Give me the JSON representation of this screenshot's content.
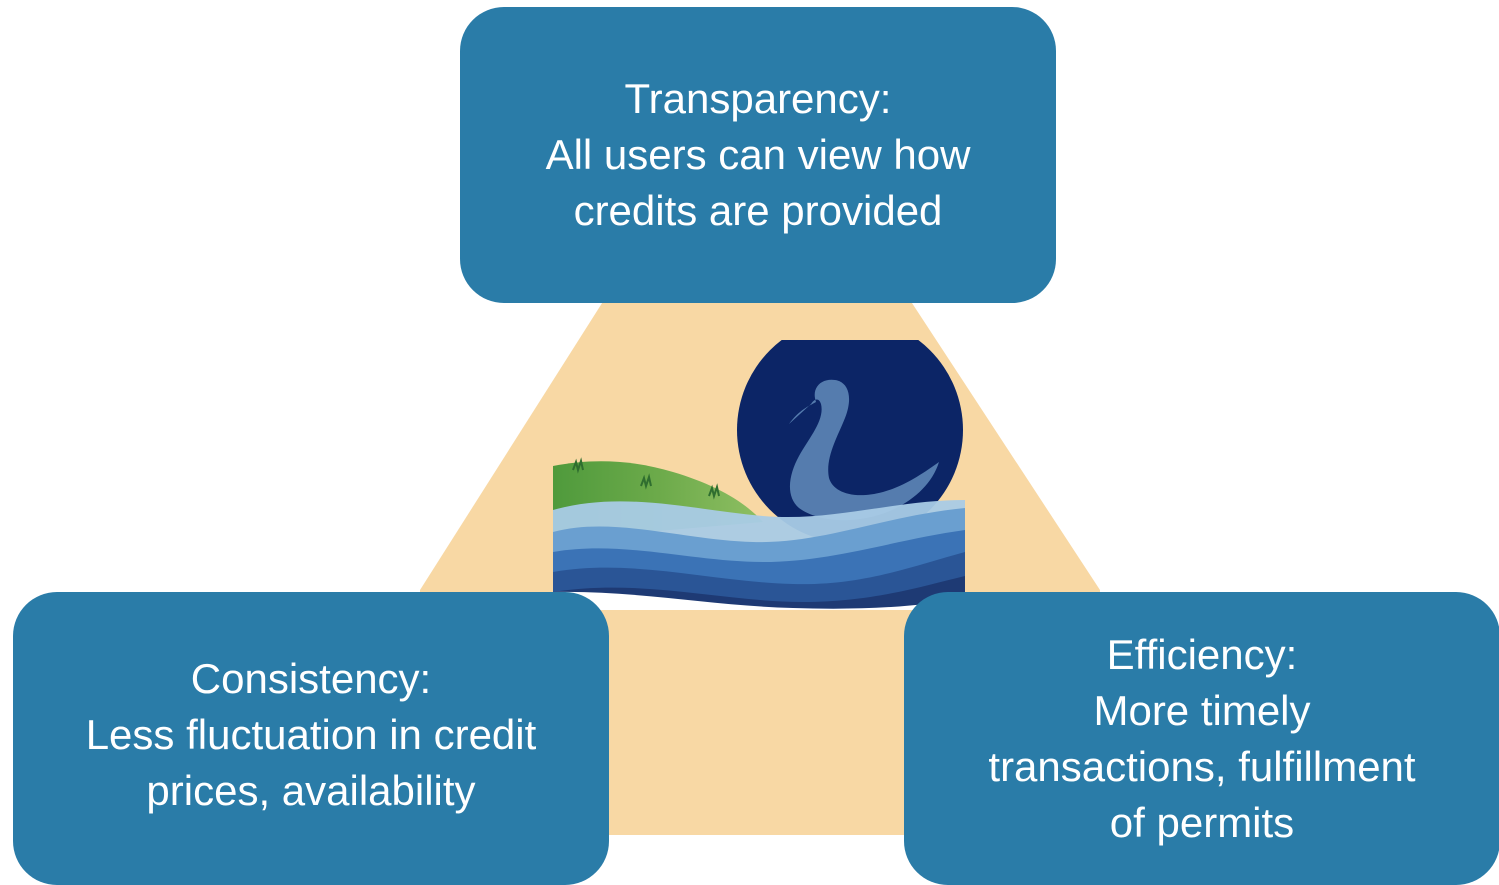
{
  "colors": {
    "box_fill": "#2a7ca8",
    "triangle_fill": "#f8d8a4",
    "text": "#ffffff",
    "logo_sun": "#0c2566"
  },
  "boxes": {
    "top": {
      "heading": "Transparency:",
      "lines": [
        "All users can view how",
        "credits are provided"
      ]
    },
    "left": {
      "heading": "Consistency:",
      "lines": [
        "Less fluctuation in credit",
        "prices, availability"
      ]
    },
    "right": {
      "heading": "Efficiency:",
      "lines": [
        "More timely",
        "transactions, fulfillment",
        "of permits"
      ]
    }
  },
  "logo": {
    "icon": "swan-on-water-logo"
  }
}
